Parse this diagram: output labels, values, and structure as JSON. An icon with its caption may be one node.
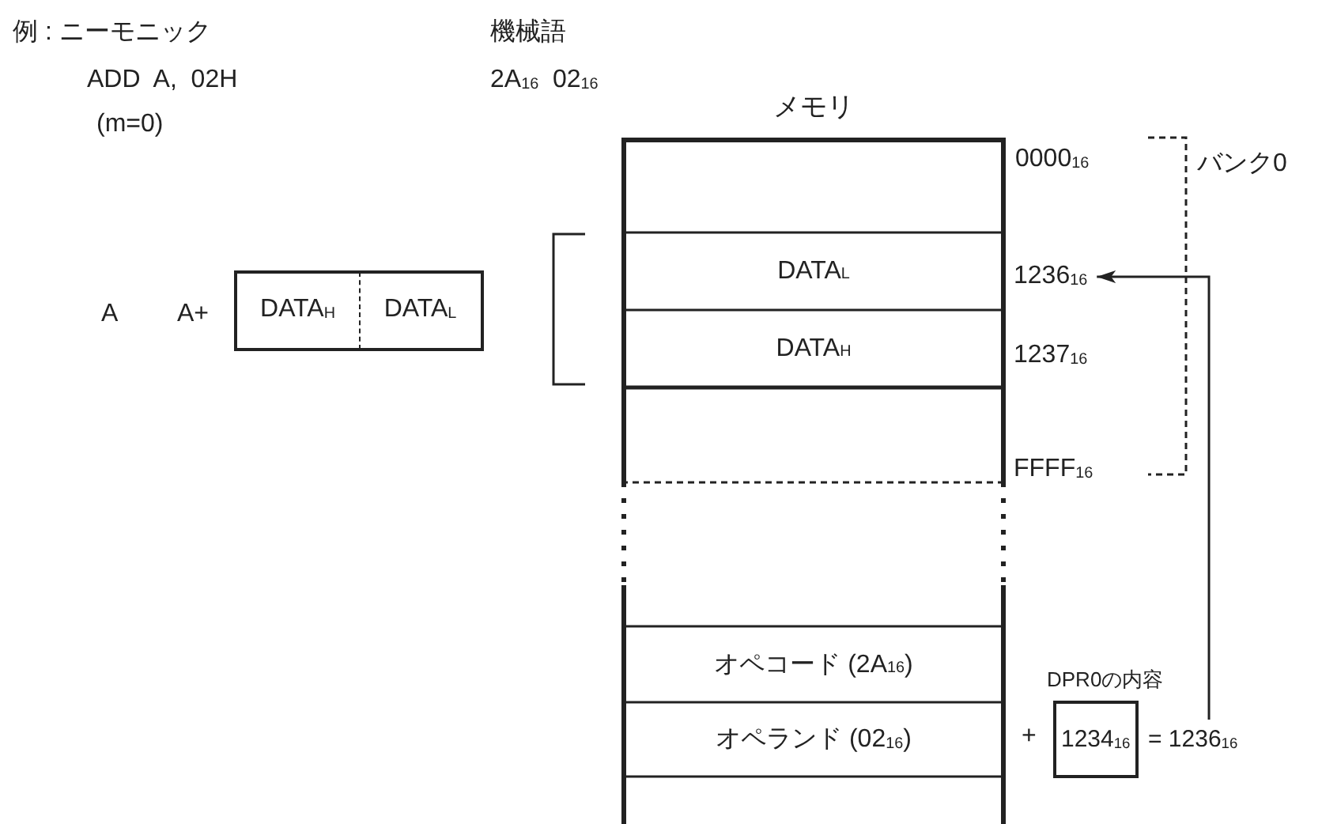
{
  "diagram": {
    "nodes": [
      {
        "text": [
          "メモリ"
        ]
      },
      {
        "text": [
          "DATA$_{L}$"
        ],
        "in": 0
      },
      {
        "text": [
          "DATA$_{H}$"
        ],
        "in": 0
      },
      {
        "text": [
          "オペコード (2A$_{16}$)"
        ],
        "in": 0
      },
      {
        "text": [
          "オペランド (02$_{16}$)"
        ],
        "in": 0
      },
      {
        "text": [
          "DATA$_{H}$",
          "DATA$_{L}$"
        ]
      },
      {
        "text": [
          "1236$_{16}$"
        ]
      },
      {
        "text": [
          "= 1236$_{16}$"
        ]
      },
      {
        "text": [
          "1234$_{16}$"
        ],
        "beside": [
          "DPR0の内容"
        ]
      }
    ],
    "edges": [
      {
        "from": 7,
        "to": 6,
        "arrow": "to"
      }
    ],
    "labels": [
      "例 : ニーモニック",
      "機械語",
      "ADD  A,  02H",
      "2A$_{16}$  02$_{16}$",
      "(m=0)",
      "0000$_{16}$",
      "バンク0",
      "A",
      "A+",
      "1237$_{16}$",
      "FFFF$_{16}$",
      "+"
    ]
  }
}
